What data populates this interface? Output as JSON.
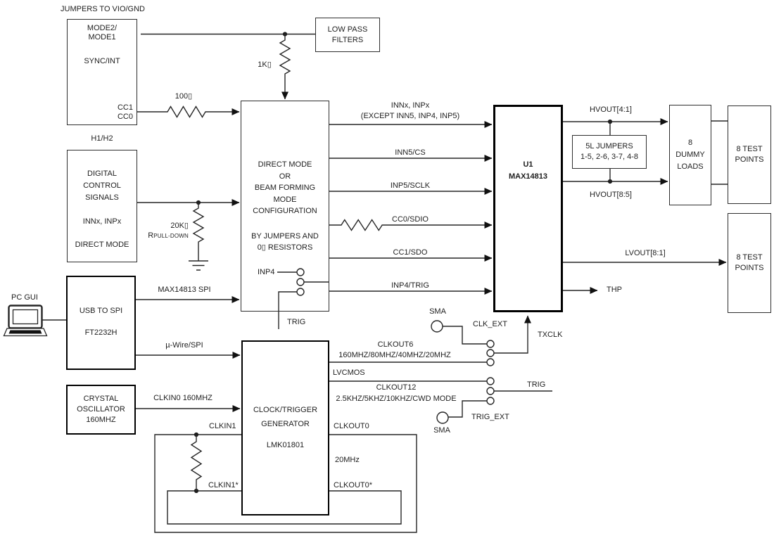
{
  "heading": {
    "jumpers_note": "JUMPERS TO VIO/GND",
    "h1h2": "H1/H2",
    "pc_gui": "PC GUI"
  },
  "blocks": {
    "mode_jumpers": {
      "line1": "MODE2/",
      "line2": "MODE1",
      "line3": "SYNC/INT",
      "pin_cc1": "CC1",
      "pin_cc0": "CC0"
    },
    "low_pass_filters": {
      "line1": "LOW PASS",
      "line2": "FILTERS"
    },
    "digital_control": {
      "line1": "DIGITAL",
      "line2": "CONTROL",
      "line3": "SIGNALS",
      "line4": "INNx, INPx",
      "line5": "DIRECT MODE"
    },
    "usb_to_spi": {
      "line1": "USB TO SPI",
      "line2": "FT2232H"
    },
    "crystal_osc": {
      "line1": "CRYSTAL",
      "line2": "OSCILLATOR",
      "line3": "160MHZ"
    },
    "mode_config": {
      "line1": "DIRECT MODE",
      "line2": "OR",
      "line3": "BEAM FORMING",
      "line4": "MODE",
      "line5": "CONFIGURATION",
      "line6": "BY JUMPERS AND",
      "line7": "0▯ RESISTORS",
      "pin_inp4": "INP4",
      "trig_stub": "TRIG"
    },
    "clock_gen": {
      "line1": "CLOCK/TRIGGER",
      "line2": "GENERATOR",
      "line3": "LMK01801",
      "pin_clkin1": "CLKIN1",
      "pin_clkin1_n": "CLKIN1*",
      "pin_clkout0": "CLKOUT0",
      "pin_clkout0_n": "CLKOUT0*",
      "out_freq": "20MHz"
    },
    "u1": {
      "ref": "U1",
      "part": "MAX14813"
    },
    "jumpers_5l": {
      "line1": "5L JUMPERS",
      "line2": "1-5, 2-6, 3-7, 4-8"
    },
    "dummy_loads": {
      "line1": "8",
      "line2": "DUMMY",
      "line3": "LOADS"
    },
    "test_points_hv": {
      "line1": "8 TEST",
      "line2": "POINTS"
    },
    "test_points_lv": {
      "line1": "8 TEST",
      "line2": "POINTS"
    }
  },
  "signals": {
    "innx_line1": "INNx, INPx",
    "innx_line2": "(EXCEPT INN5, INP4, INP5)",
    "inn5_cs": "INN5/CS",
    "inp5_sclk": "INP5/SCLK",
    "cc0_sdio": "CC0/SDIO",
    "cc1_sdo": "CC1/SDO",
    "inp4_trig": "INP4/TRIG",
    "hvout41": "HVOUT[4:1]",
    "hvout85": "HVOUT[8:5]",
    "lvout": "LVOUT[8:1]",
    "thp": "THP",
    "txclk": "TXCLK",
    "clk_ext": "CLK_EXT",
    "trig_ext": "TRIG_EXT",
    "trig_out": "TRIG",
    "clkout6": "CLKOUT6",
    "clkout6_freqs": "160MHZ/80MHZ/40MHZ/20MHZ",
    "lvcmos": "LVCMOS",
    "clkout12": "CLKOUT12",
    "clkout12_freqs": "2.5KHZ/5KHZ/10KHZ/CWD MODE",
    "max_spi": "MAX14813 SPI",
    "uwire_spi": "µ-Wire/SPI",
    "clkin0": "CLKIN0 160MHZ",
    "sma": "SMA"
  },
  "components": {
    "r_series_cc": "100▯",
    "r_filter": "1K▯",
    "r_pulldown_value": "20K▯",
    "r_pulldown_name": "R",
    "r_pulldown_sub": "PULL-DOWN"
  }
}
